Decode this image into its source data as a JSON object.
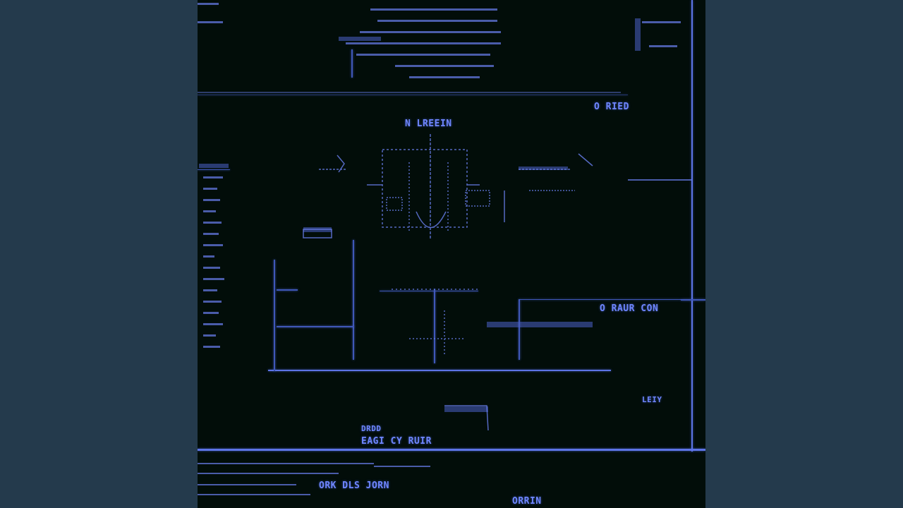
{
  "display": {
    "labels": {
      "top_right_label": "O RIED",
      "center_label": "N LREEIN",
      "right_label": "O RAUR CON",
      "bottom_label_small": "DRDD",
      "bottom_label": "EAGI CY RUIR",
      "bottom_left_label": "ORK   DLS JORN",
      "bottom_right_label": "ORRIN",
      "right_small_label": "LEIY"
    },
    "colors": {
      "background": "#243a4c",
      "screen": "#020d09",
      "glow": "#6f86ff",
      "line": "#5d74e6"
    }
  }
}
